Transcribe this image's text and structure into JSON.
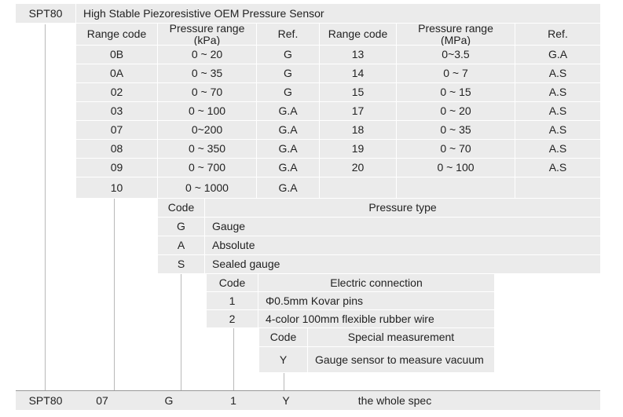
{
  "header": {
    "model": "SPT80",
    "title": "High Stable Piezoresistive OEM Pressure Sensor"
  },
  "range_table": {
    "headers": {
      "range_code": "Range code",
      "pressure_range": "Pressure range",
      "unit_kpa": "(kPa)",
      "ref": "Ref.",
      "range_code_2": "Range code",
      "pressure_range_2": "Pressure range",
      "unit_mpa": "(MPa)",
      "ref_2": "Ref."
    },
    "rows": [
      {
        "code": "0B",
        "range": "0 ~ 20",
        "ref": "G",
        "code2": "13",
        "range2": "0~3.5",
        "ref2": "G.A"
      },
      {
        "code": "0A",
        "range": "0 ~ 35",
        "ref": "G",
        "code2": "14",
        "range2": "0 ~ 7",
        "ref2": "A.S"
      },
      {
        "code": "02",
        "range": "0 ~ 70",
        "ref": "G",
        "code2": "15",
        "range2": "0 ~ 15",
        "ref2": "A.S"
      },
      {
        "code": "03",
        "range": "0 ~ 100",
        "ref": "G.A",
        "code2": "17",
        "range2": "0 ~ 20",
        "ref2": "A.S"
      },
      {
        "code": "07",
        "range": "0~200",
        "ref": "G.A",
        "code2": "18",
        "range2": "0 ~ 35",
        "ref2": "A.S"
      },
      {
        "code": "08",
        "range": "0 ~ 350",
        "ref": "G.A",
        "code2": "19",
        "range2": "0 ~ 70",
        "ref2": "A.S"
      },
      {
        "code": "09",
        "range": "0 ~ 700",
        "ref": "G.A",
        "code2": "20",
        "range2": "0 ~ 100",
        "ref2": "A.S"
      },
      {
        "code": "10",
        "range": "0 ~ 1000",
        "ref": "G.A",
        "code2": "",
        "range2": "",
        "ref2": ""
      }
    ]
  },
  "pressure_type": {
    "header_code": "Code",
    "header_label": "Pressure type",
    "rows": [
      {
        "code": "G",
        "label": "Gauge"
      },
      {
        "code": "A",
        "label": "Absolute"
      },
      {
        "code": "S",
        "label": "Sealed gauge"
      }
    ]
  },
  "electric": {
    "header_code": "Code",
    "header_label": "Electric connection",
    "rows": [
      {
        "code": "1",
        "label": "Φ0.5mm  Kovar pins"
      },
      {
        "code": "2",
        "label": "4-color 100mm flexible rubber wire"
      }
    ]
  },
  "special": {
    "header_code": "Code",
    "header_label": "Special measurement",
    "rows": [
      {
        "code": "Y",
        "label": "Gauge sensor to measure vacuum"
      }
    ]
  },
  "example": {
    "model": "SPT80",
    "range": "07",
    "type": "G",
    "connection": "1",
    "special": "Y",
    "label": "the whole spec"
  }
}
